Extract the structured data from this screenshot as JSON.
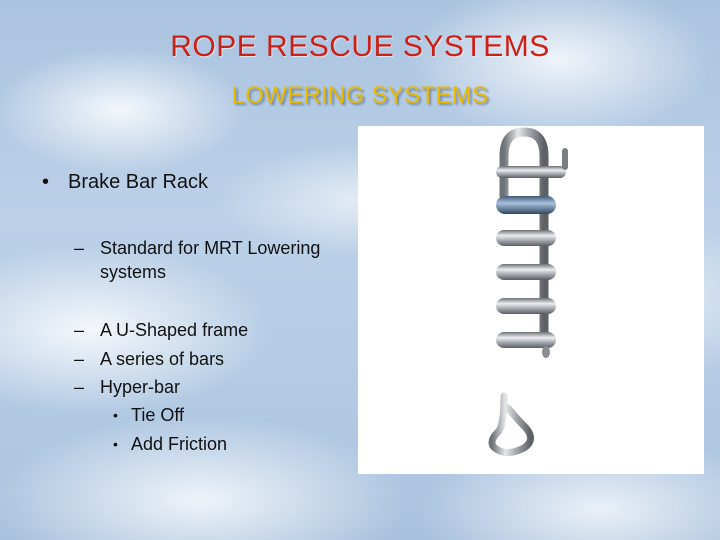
{
  "slide": {
    "title": "ROPE RESCUE SYSTEMS",
    "subtitle": "LOWERING SYSTEMS",
    "bullet": "Brake Bar Rack",
    "sub_items": [
      "Standard for MRT Lowering systems",
      "A U-Shaped frame",
      "A series of bars",
      "Hyper-bar"
    ],
    "sub_sub_items": [
      "Tie Off",
      "Add Friction"
    ],
    "image": "brake-bar-rack-photo"
  },
  "colors": {
    "title": "#cc1f16",
    "subtitle": "#e8ba00",
    "text": "#111111"
  }
}
